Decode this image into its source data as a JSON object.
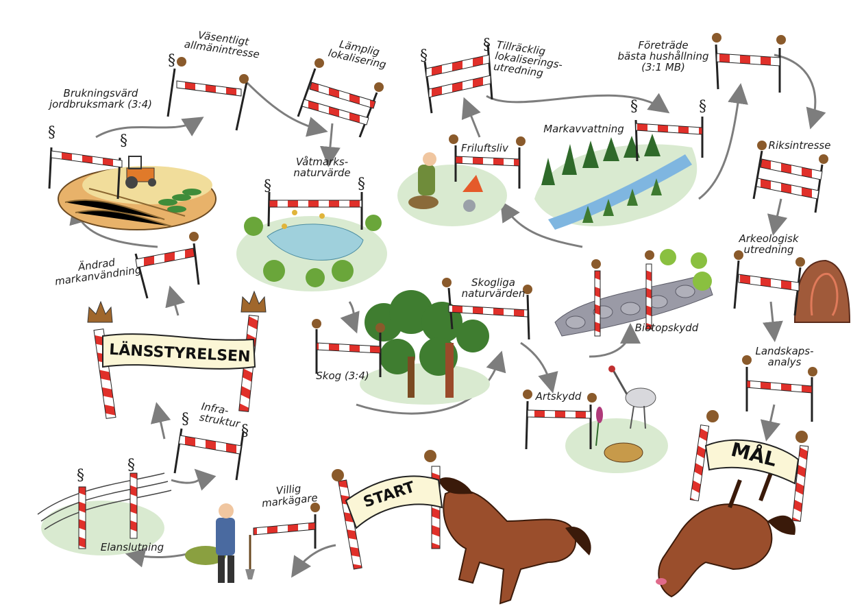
{
  "colors": {
    "barrier_red": "#e0302a",
    "barrier_white": "#ffffff",
    "bulb_brown": "#8a5a2b",
    "arrow_gray": "#7d7d7d",
    "meadow_green": "#d9ead0",
    "field_orange": "#e8b26a",
    "crown_brown": "#a0672c",
    "banner_cream": "#fbf6d6",
    "horse_brown": "#9a4e2c"
  },
  "labels": {
    "brukningsvarde": "Brukningsvärd\njordbruksmark (3:4)",
    "vasentligt": "Väsentligt\nallmänintresse",
    "lamplig": "Lämplig\nlokalisering",
    "tillracklig": "Tillräcklig\nlokaliserings-\nutredning",
    "foretrade": "Företräde\nbästa hushållning\n(3:1 MB)",
    "vatmarks": "Våtmarks-\nnaturvärde",
    "friluftsliv": "Friluftsliv",
    "markavvattning": "Markavvattning",
    "riksintresse": "Riksintresse",
    "andrad": "Ändrad\nmarkanvändning",
    "arkeologisk": "Arkeologisk\nutredning",
    "skogliga": "Skogliga\nnaturvärden",
    "skog": "Skog (3:4)",
    "biotopskydd": "Biotopskydd",
    "landskaps": "Landskaps-\nanalys",
    "artskydd": "Artskydd",
    "infrastruktur": "Infra-\nstruktur",
    "villig": "Villig\nmarkägare",
    "elanslutning": "Elanslutning"
  },
  "banners": {
    "lansstyrelsen": "LÄNSSTYRELSEN",
    "start": "START",
    "mal": "MÅL"
  },
  "icons": {
    "paragraph": "§",
    "barrier": "barrier-icon",
    "bulb": "bulb-post-icon",
    "crown": "crown-icon"
  }
}
